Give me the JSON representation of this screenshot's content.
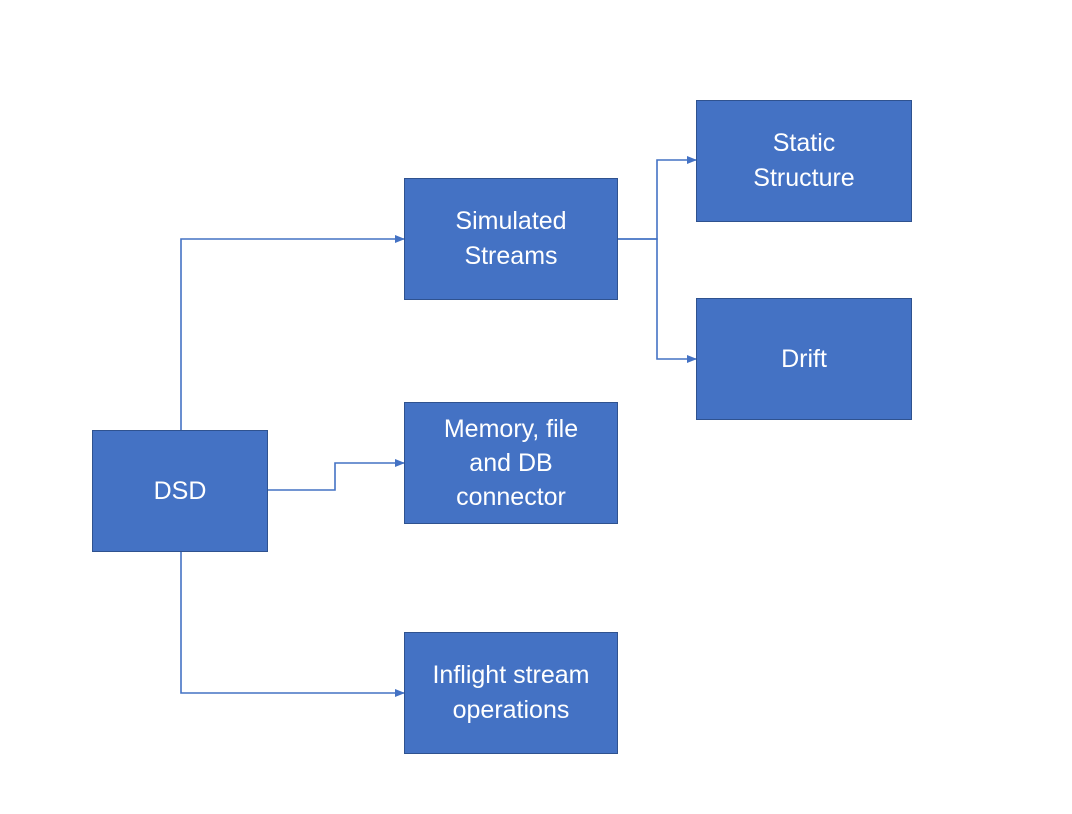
{
  "diagram": {
    "nodes": {
      "dsd": "DSD",
      "simulated_streams": "Simulated\nStreams",
      "memory_connector": "Memory, file\nand DB\nconnector",
      "inflight_ops": "Inflight stream\noperations",
      "static_structure": "Static\nStructure",
      "drift": "Drift"
    },
    "edges": [
      {
        "from": "DSD",
        "to": "Simulated Streams"
      },
      {
        "from": "DSD",
        "to": "Memory, file and DB connector"
      },
      {
        "from": "DSD",
        "to": "Inflight stream operations"
      },
      {
        "from": "Simulated Streams",
        "to": "Static Structure"
      },
      {
        "from": "Simulated Streams",
        "to": "Drift"
      }
    ],
    "colors": {
      "node_fill": "#4472c4",
      "node_border": "#2f528f",
      "node_text": "#ffffff",
      "edge": "#4472c4"
    }
  }
}
